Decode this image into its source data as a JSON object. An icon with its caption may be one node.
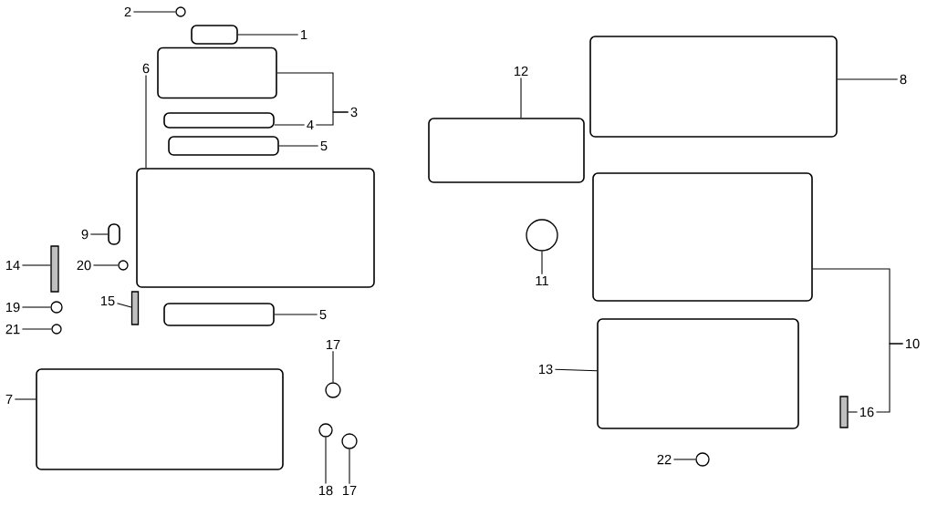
{
  "diagram": {
    "nodes": [
      {
        "text": [
          "2"
        ]
      },
      {
        "text": [],
        "shape": "circle"
      },
      {
        "text": [
          "1"
        ]
      },
      {
        "text": [],
        "shape": "box"
      },
      {
        "text": [
          "3"
        ]
      },
      {
        "text": [],
        "shape": "box"
      },
      {
        "text": [
          "4"
        ]
      },
      {
        "text": [],
        "shape": "box"
      },
      {
        "text": [
          "5"
        ]
      },
      {
        "text": [],
        "shape": "box"
      },
      {
        "text": [
          "6"
        ]
      },
      {
        "text": [],
        "shape": "box"
      },
      {
        "text": [
          "9"
        ]
      },
      {
        "text": [],
        "shape": "box"
      },
      {
        "text": [
          "14"
        ]
      },
      {
        "text": [],
        "shape": "bar"
      },
      {
        "text": [
          "20"
        ]
      },
      {
        "text": [],
        "shape": "circle"
      },
      {
        "text": [
          "15"
        ]
      },
      {
        "text": [],
        "shape": "bar"
      },
      {
        "text": [
          "19"
        ]
      },
      {
        "text": [],
        "shape": "circle"
      },
      {
        "text": [
          "21"
        ]
      },
      {
        "text": [],
        "shape": "circle"
      },
      {
        "text": [
          "5"
        ]
      },
      {
        "text": [],
        "shape": "box"
      },
      {
        "text": [
          "7"
        ]
      },
      {
        "text": [],
        "shape": "box"
      },
      {
        "text": [
          "17"
        ]
      },
      {
        "text": [],
        "shape": "circle"
      },
      {
        "text": [
          "18"
        ]
      },
      {
        "text": [],
        "shape": "circle"
      },
      {
        "text": [
          "17"
        ]
      },
      {
        "text": [],
        "shape": "circle"
      },
      {
        "text": [
          "12"
        ]
      },
      {
        "text": [],
        "shape": "box"
      },
      {
        "text": [
          "8"
        ]
      },
      {
        "text": [],
        "shape": "box"
      },
      {
        "text": [
          "11"
        ]
      },
      {
        "text": [],
        "shape": "circle"
      },
      {
        "text": [
          "10"
        ]
      },
      {
        "text": [],
        "shape": "box"
      },
      {
        "text": [
          "13"
        ]
      },
      {
        "text": [],
        "shape": "box"
      },
      {
        "text": [
          "16"
        ]
      },
      {
        "text": [],
        "shape": "bar"
      },
      {
        "text": [
          "22"
        ]
      },
      {
        "text": [],
        "shape": "circle"
      }
    ],
    "edges": [
      {
        "from": 0,
        "to": 1,
        "arrow": "none"
      },
      {
        "from": 2,
        "to": 3,
        "arrow": "none"
      },
      {
        "from": 4,
        "to": 5,
        "arrow": "none"
      },
      {
        "from": 4,
        "to": 6,
        "arrow": "none"
      },
      {
        "from": 6,
        "to": 7,
        "arrow": "none"
      },
      {
        "from": 8,
        "to": 9,
        "arrow": "none"
      },
      {
        "from": 10,
        "to": 11,
        "arrow": "none"
      },
      {
        "from": 12,
        "to": 13,
        "arrow": "none"
      },
      {
        "from": 14,
        "to": 15,
        "arrow": "none"
      },
      {
        "from": 16,
        "to": 17,
        "arrow": "none"
      },
      {
        "from": 18,
        "to": 19,
        "arrow": "none"
      },
      {
        "from": 20,
        "to": 21,
        "arrow": "none"
      },
      {
        "from": 22,
        "to": 23,
        "arrow": "none"
      },
      {
        "from": 24,
        "to": 25,
        "arrow": "none"
      },
      {
        "from": 26,
        "to": 27,
        "arrow": "none"
      },
      {
        "from": 28,
        "to": 29,
        "arrow": "none"
      },
      {
        "from": 30,
        "to": 31,
        "arrow": "none"
      },
      {
        "from": 32,
        "to": 33,
        "arrow": "none"
      },
      {
        "from": 34,
        "to": 35,
        "arrow": "none"
      },
      {
        "from": 36,
        "to": 37,
        "arrow": "none"
      },
      {
        "from": 38,
        "to": 39,
        "arrow": "none"
      },
      {
        "from": 40,
        "to": 41,
        "arrow": "none"
      },
      {
        "from": 40,
        "to": 44,
        "arrow": "none"
      },
      {
        "from": 42,
        "to": 43,
        "arrow": "none"
      },
      {
        "from": 44,
        "to": 45,
        "arrow": "none"
      },
      {
        "from": 46,
        "to": 47,
        "arrow": "none"
      }
    ]
  }
}
